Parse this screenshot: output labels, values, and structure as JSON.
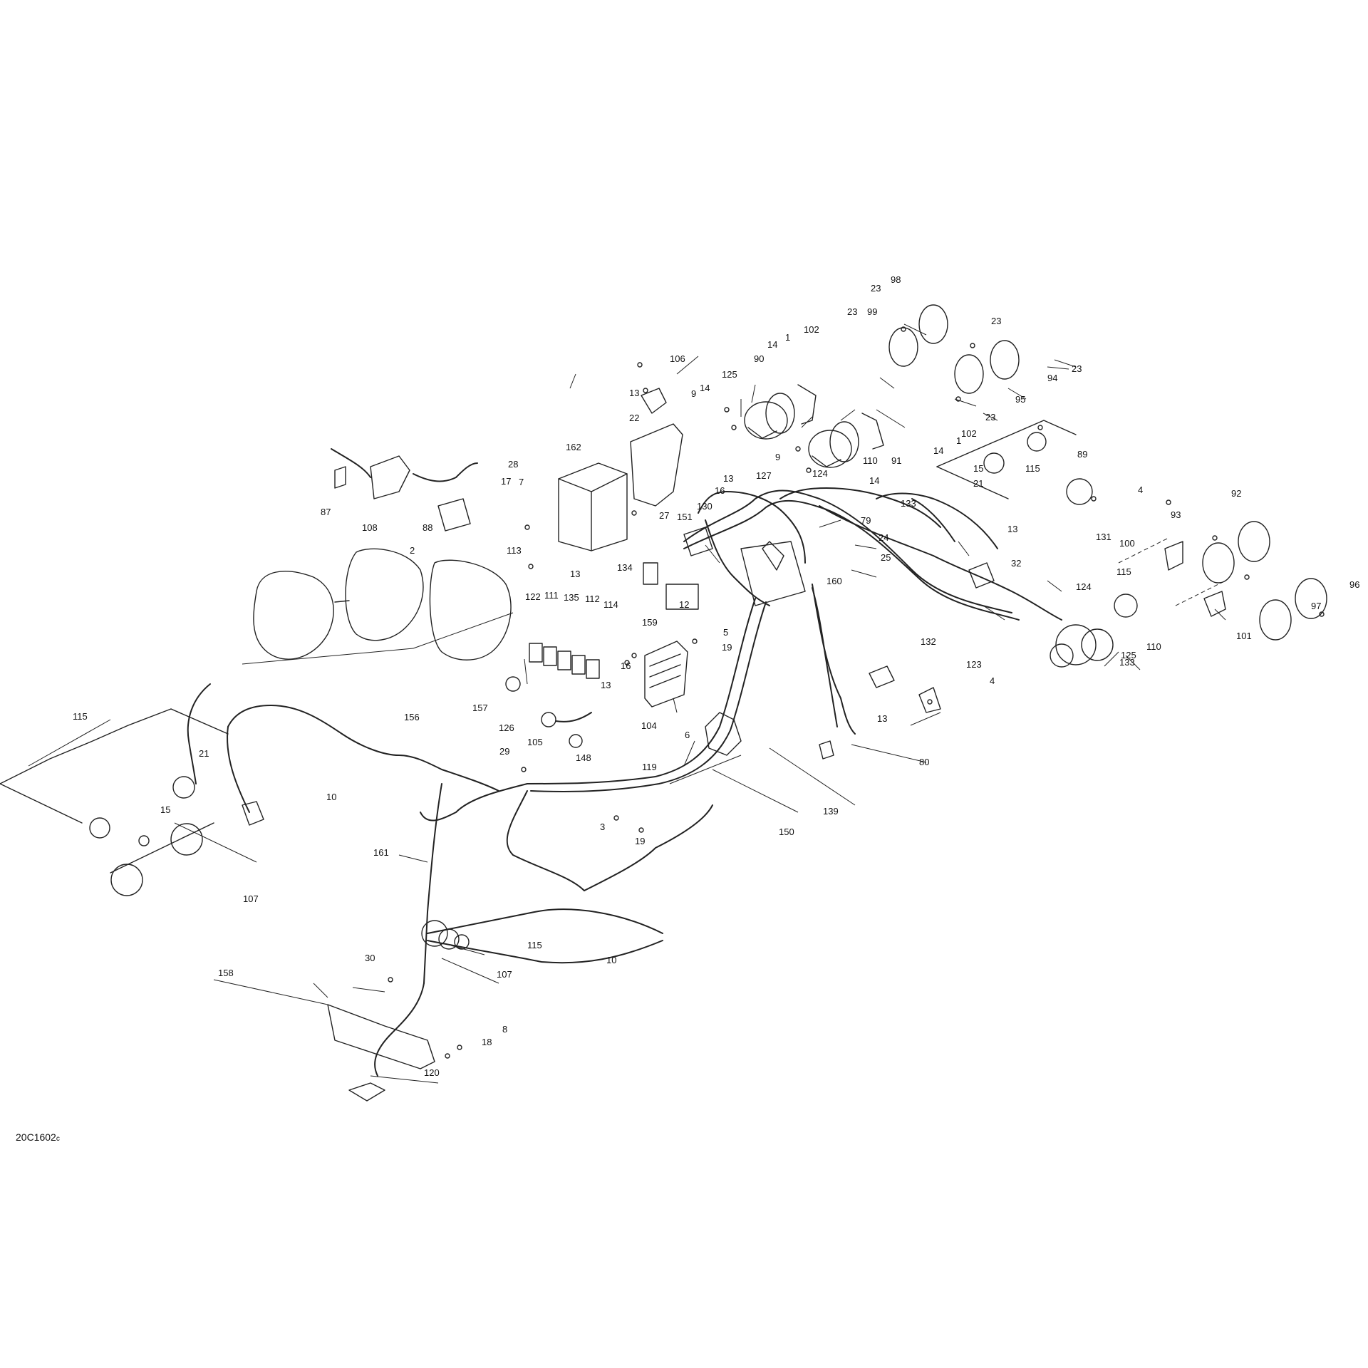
{
  "diagram": {
    "code": "20C1602",
    "code_suffix": "c"
  },
  "callouts": [
    "1",
    "1",
    "2",
    "3",
    "4",
    "4",
    "5",
    "6",
    "7",
    "8",
    "9",
    "9",
    "10",
    "10",
    "12",
    "13",
    "13",
    "13",
    "13",
    "13",
    "13",
    "14",
    "14",
    "14",
    "14",
    "15",
    "15",
    "16",
    "16",
    "17",
    "18",
    "19",
    "19",
    "21",
    "21",
    "22",
    "23",
    "23",
    "23",
    "23",
    "23",
    "24",
    "25",
    "27",
    "28",
    "29",
    "30",
    "32",
    "79",
    "80",
    "87",
    "88",
    "89",
    "90",
    "91",
    "92",
    "93",
    "94",
    "95",
    "96",
    "97",
    "98",
    "99",
    "100",
    "101",
    "102",
    "102",
    "104",
    "105",
    "106",
    "107",
    "107",
    "108",
    "110",
    "110",
    "111",
    "112",
    "113",
    "114",
    "115",
    "115",
    "115",
    "115",
    "119",
    "120",
    "122",
    "123",
    "124",
    "124",
    "125",
    "125",
    "126",
    "127",
    "130",
    "131",
    "132",
    "133",
    "133",
    "134",
    "135",
    "139",
    "148",
    "150",
    "151",
    "156",
    "157",
    "158",
    "159",
    "160",
    "161",
    "162"
  ]
}
